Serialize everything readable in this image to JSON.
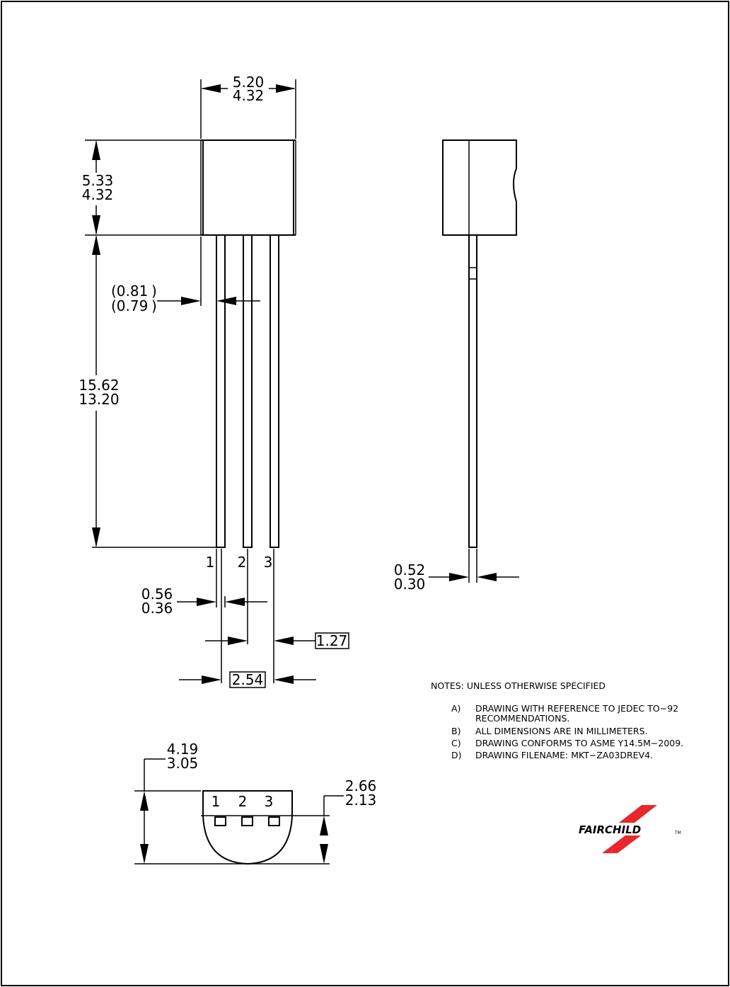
{
  "dimensions": {
    "body_width": [
      "5.20",
      "4.32"
    ],
    "body_height": [
      "5.33",
      "4.32"
    ],
    "lead_offset": [
      "(0.81",
      "(0.79",
      ")",
      ")"
    ],
    "lead_length": [
      "15.62",
      "13.20"
    ],
    "lead_width": [
      "0.56",
      "0.36"
    ],
    "pitch_half": "1.27",
    "pitch_full": "2.54",
    "lead_thickness": [
      "0.52",
      "0.30"
    ],
    "body_depth": [
      "4.19",
      "3.05"
    ],
    "flat_depth": [
      "2.66",
      "2.13"
    ]
  },
  "pin_labels": [
    "1",
    "2",
    "3"
  ],
  "bottom_pin_labels": [
    "1",
    "2",
    "3"
  ],
  "notes": {
    "title": "NOTES:  UNLESS  OTHERWISE  SPECIFIED",
    "items": [
      {
        "key": "A)",
        "text": "DRAWING  WITH  REFERENCE  TO  JEDEC  TO−92"
      },
      {
        "key": "",
        "text": "RECOMMENDATIONS."
      },
      {
        "key": "B)",
        "text": "ALL  DIMENSIONS  ARE  IN  MILLIMETERS."
      },
      {
        "key": "C)",
        "text": "DRAWING  CONFORMS  TO  ASME  Y14.5M−2009."
      },
      {
        "key": "D)",
        "text": "DRAWING  FILENAME:  MKT−ZA03DREV4."
      }
    ]
  },
  "logo": {
    "text": "FAIRCHILD",
    "tm": "TM",
    "accent_color": "#e8262b"
  }
}
